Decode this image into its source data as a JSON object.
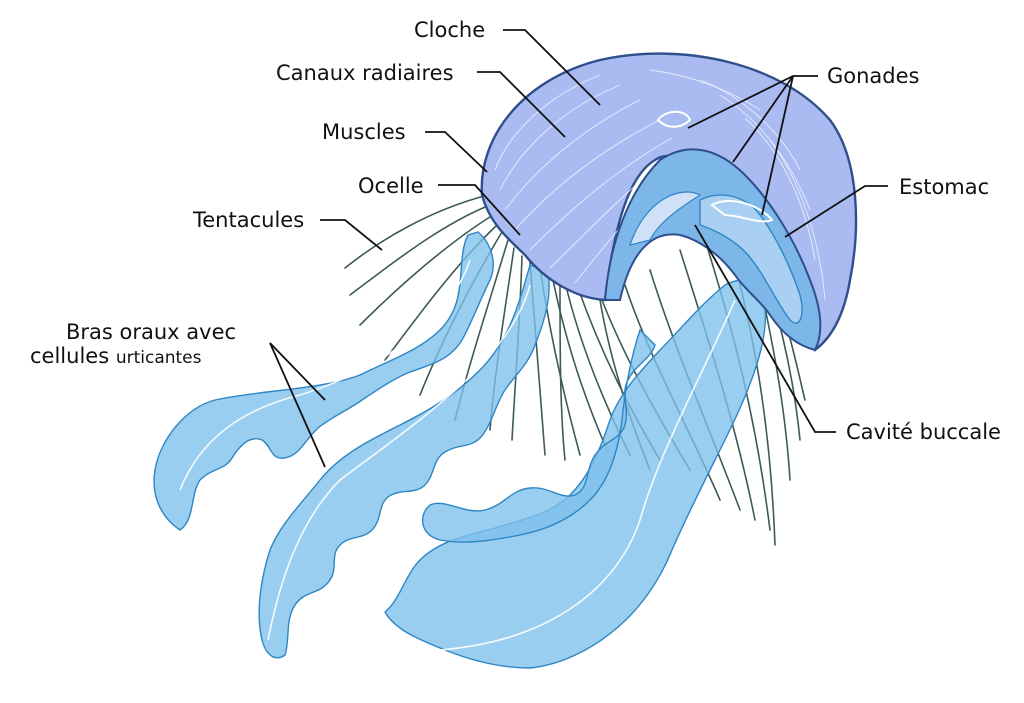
{
  "labels": {
    "cloche": "Cloche",
    "canaux_radiaires": "Canaux radiaires",
    "muscles": "Muscles",
    "ocelle": "Ocelle",
    "tentacules": "Tentacules",
    "bras_oraux_line1": "Bras oraux avec",
    "bras_oraux_line2a": "cellules",
    "bras_oraux_line2b": "urticantes",
    "gonades": "Gonades",
    "estomac": "Estomac",
    "cavite_buccale": "Cavité buccale"
  },
  "colors": {
    "bell": "#a9bbf0",
    "bell_edge": "#2f4f8c",
    "arm": "#7ec0ec",
    "arm_edge": "#2d86c4",
    "inner": "#8fc3ee",
    "tentacle": "#3d5a55",
    "leader": "#111111"
  }
}
